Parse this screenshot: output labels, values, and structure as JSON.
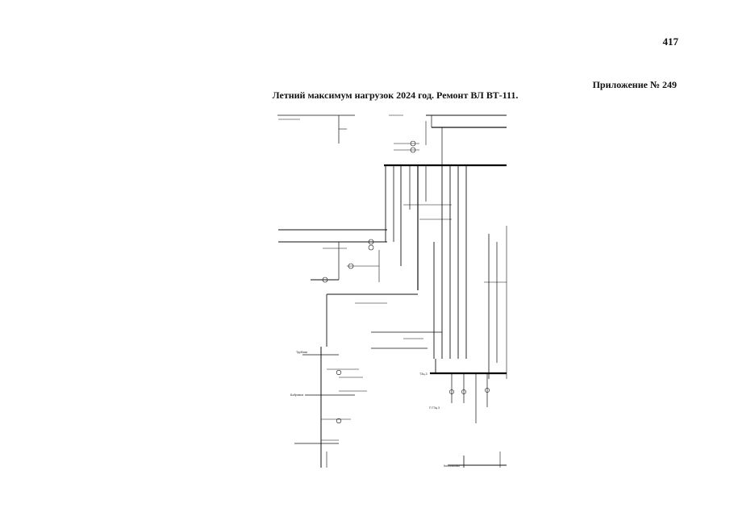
{
  "header": {
    "page_number": "417",
    "appendix": "Приложение № 249",
    "title": "Летний максимум нагрузок 2024 год. Ремонт ВЛ ВТ-111."
  },
  "substations": {
    "trubnaya": "Трубная",
    "bobrovka": "Бобровка",
    "kosolapovo": "Косолапово",
    "pts3": "П ТЗц 3",
    "tzts3": "ТЗц-3"
  },
  "colors": {
    "ink": "#111111",
    "paper": "#ffffff"
  }
}
